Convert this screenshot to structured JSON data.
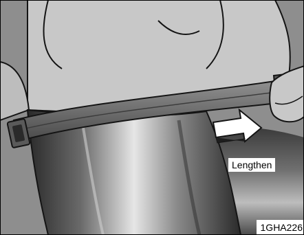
{
  "illustration": {
    "subject": "belt-wearer-torso",
    "callout_text": "Lengthen",
    "figure_code": "1GHA226",
    "colors": {
      "background": "#8e8e8e",
      "skin": "#c8c8c8",
      "belt": "#6e6e6e",
      "belt_edge": "#3c3c3c",
      "fabric_dark": "#303030",
      "outline": "#141414",
      "arrow_fill": "#ffffff"
    },
    "icons": {
      "direction_arrow": "arrow-right-icon",
      "buckle": "belt-adjuster-icon"
    }
  }
}
